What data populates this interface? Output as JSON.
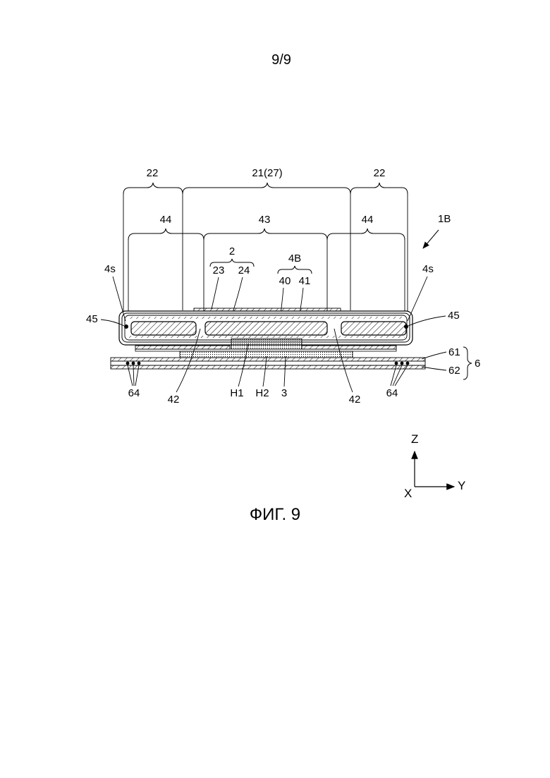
{
  "sheet": {
    "page_number": "9/9",
    "figure_caption": "ФИГ. 9",
    "assembly_label": "1B"
  },
  "labels": {
    "r22": "22",
    "r21": "21(27)",
    "r44": "44",
    "r43": "43",
    "r2": "2",
    "r23": "23",
    "r24": "24",
    "r4B": "4B",
    "r40": "40",
    "r41": "41",
    "r4s": "4s",
    "r45": "45",
    "r42": "42",
    "r61": "61",
    "r62": "62",
    "r6": "6",
    "r64": "64",
    "rH1": "H1",
    "rH2": "H2",
    "r3": "3"
  },
  "axes": {
    "z": "Z",
    "y": "Y",
    "x": "X"
  }
}
